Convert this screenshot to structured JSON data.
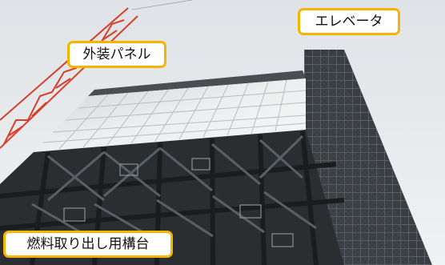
{
  "labels": {
    "elevator": "エレベータ",
    "outer_panel": "外装パネル",
    "fuel_platform": "燃料取り出し用構台"
  },
  "colors": {
    "callout_border": "#f5b400",
    "sky": "#e9ecef",
    "steel": "#2b2e31",
    "panel": "#e4e6e8",
    "crane": "#d6402e"
  }
}
